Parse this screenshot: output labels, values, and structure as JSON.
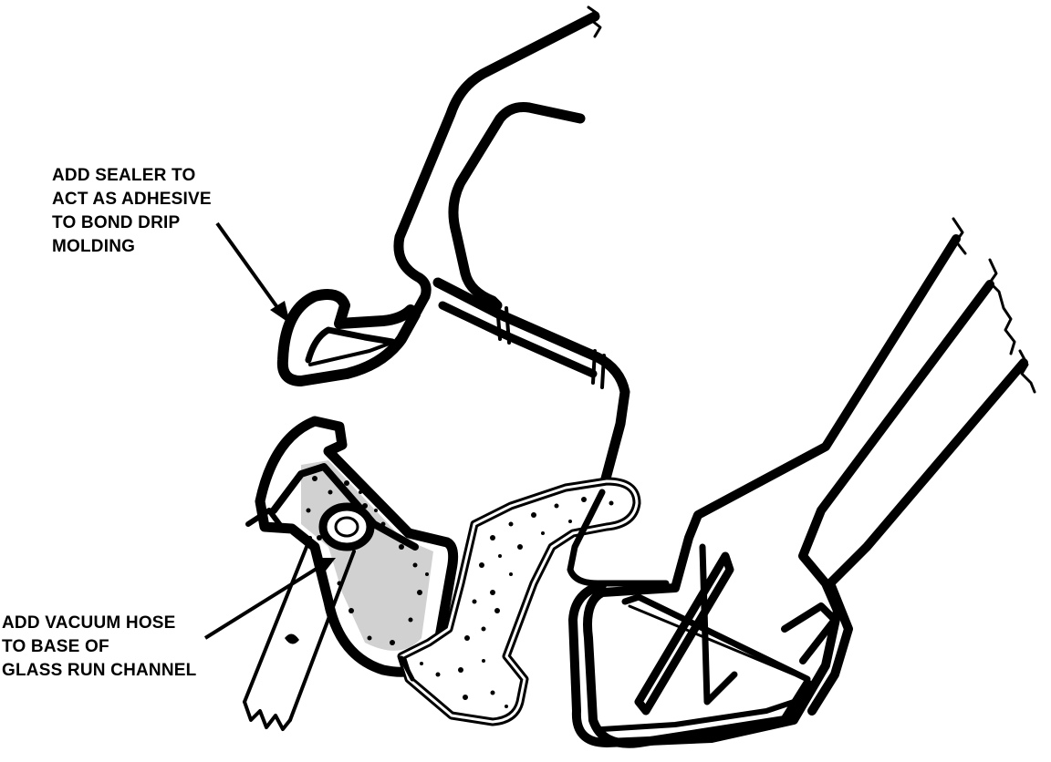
{
  "callouts": {
    "sealer": {
      "lines": [
        "ADD SEALER TO",
        "ACT AS ADHESIVE",
        "TO BOND DRIP",
        "MOLDING"
      ]
    },
    "hose": {
      "lines": [
        "ADD VACUUM HOSE",
        "TO BASE OF",
        "GLASS RUN CHANNEL"
      ]
    }
  },
  "colors": {
    "ink": "#000000",
    "paper": "#ffffff"
  }
}
